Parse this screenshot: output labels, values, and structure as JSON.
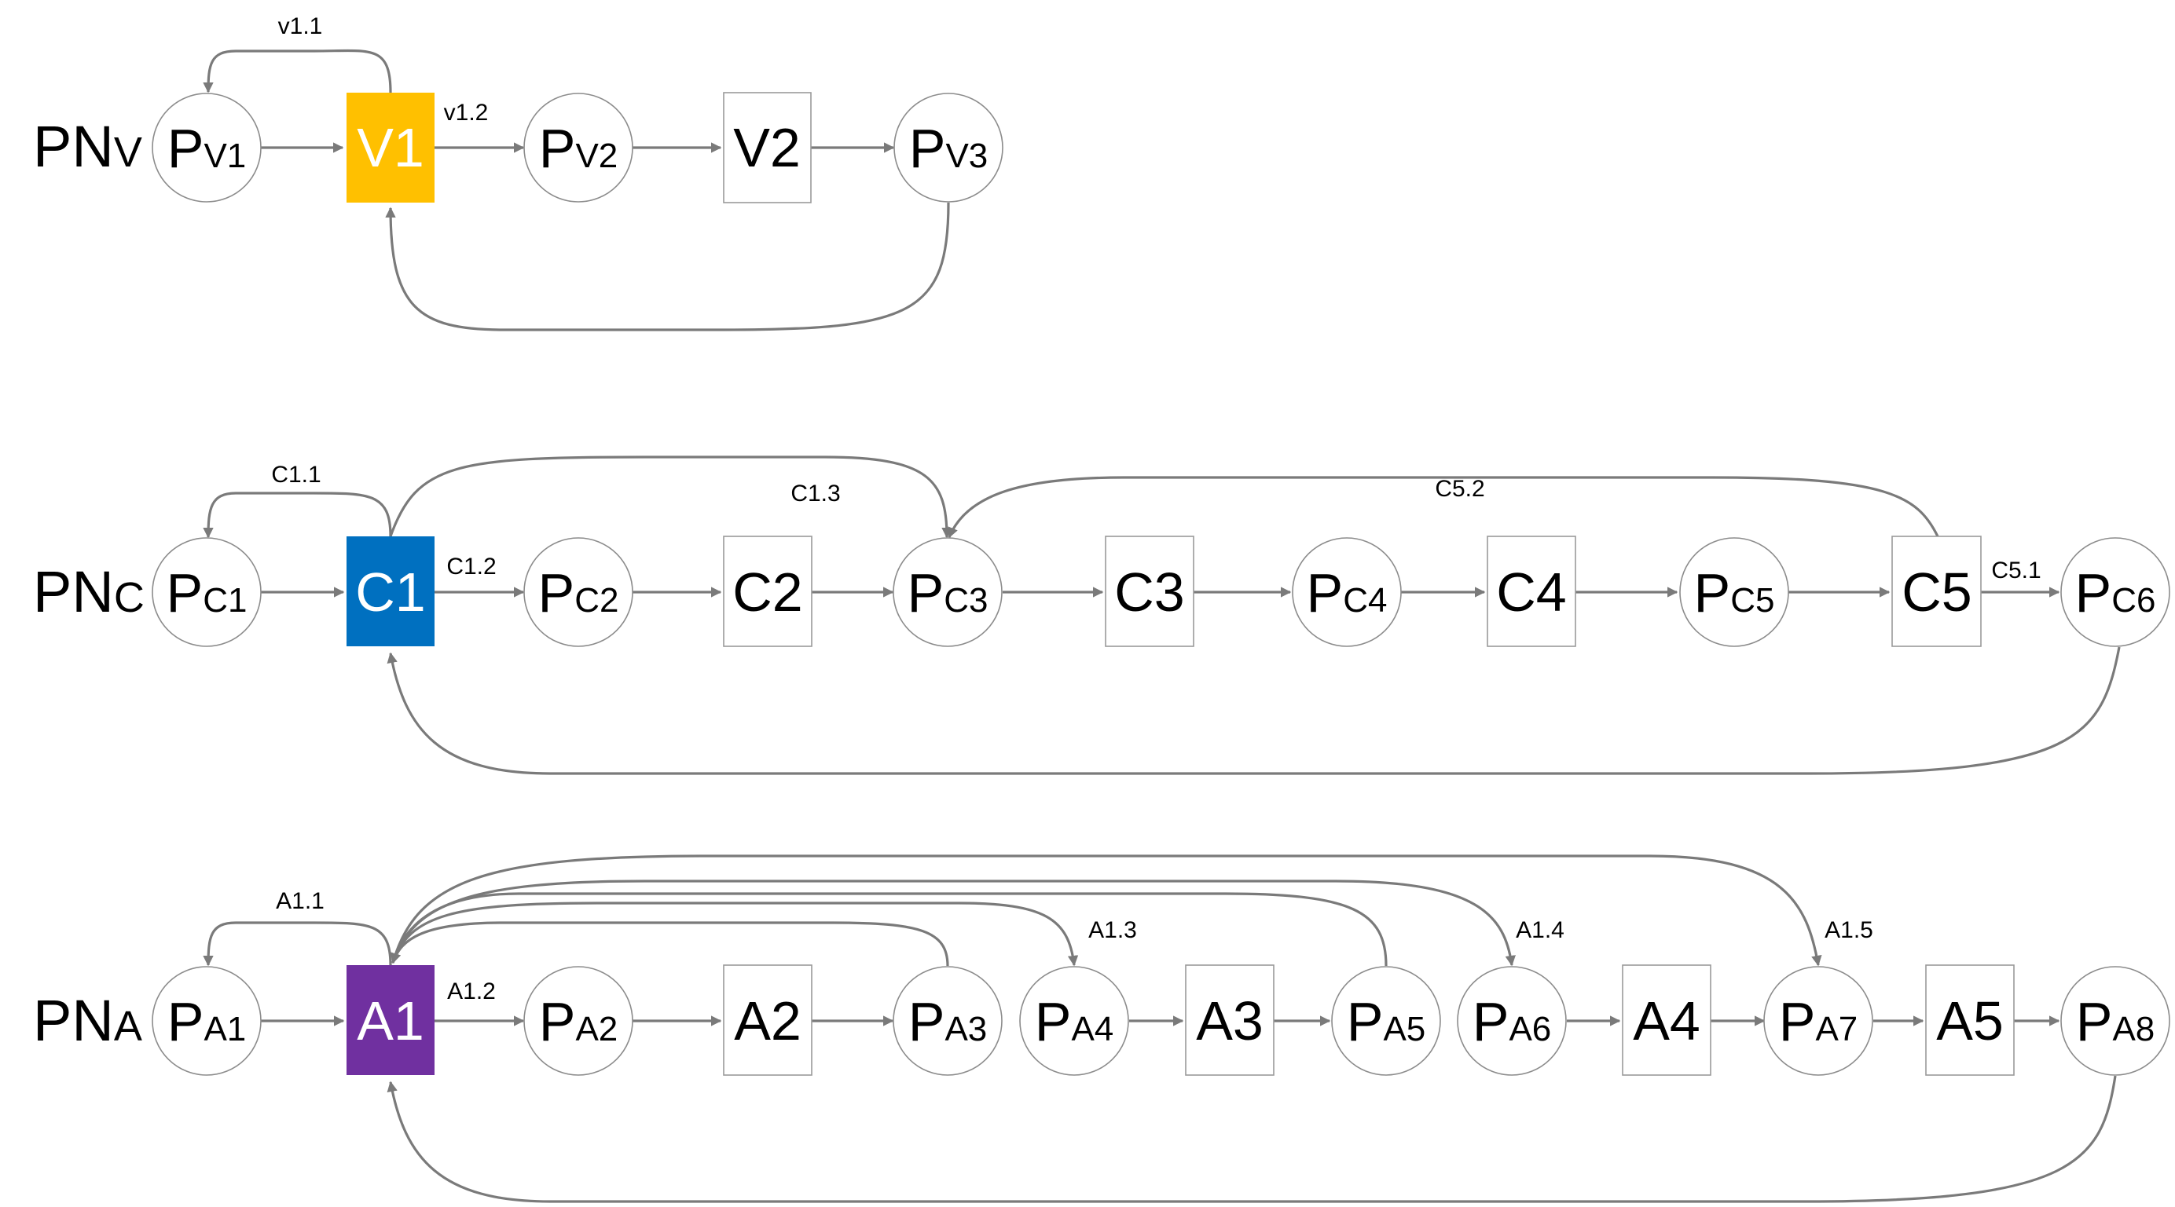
{
  "colors": {
    "V1": "#ffc000",
    "C1": "#0070c0",
    "A1": "#7030a0",
    "edge": "#7a7a7a",
    "node_stroke": "#8c8c8c"
  },
  "rows": [
    {
      "id": "v",
      "label_main": "PN",
      "label_sub": "V",
      "places": [
        {
          "id": "pv1",
          "main": "P",
          "sub": "V1"
        },
        {
          "id": "pv2",
          "main": "P",
          "sub": "V2"
        },
        {
          "id": "pv3",
          "main": "P",
          "sub": "V3"
        }
      ],
      "transitions": [
        {
          "id": "v1",
          "label": "V1",
          "fill": "V1"
        },
        {
          "id": "v2",
          "label": "V2"
        }
      ],
      "arc_labels": [
        {
          "id": "v1-1",
          "text": "v1.1"
        },
        {
          "id": "v1-2",
          "text": "v1.2"
        }
      ]
    },
    {
      "id": "c",
      "label_main": "PN",
      "label_sub": "C",
      "places": [
        {
          "id": "pc1",
          "main": "P",
          "sub": "C1"
        },
        {
          "id": "pc2",
          "main": "P",
          "sub": "C2"
        },
        {
          "id": "pc3",
          "main": "P",
          "sub": "C3"
        },
        {
          "id": "pc4",
          "main": "P",
          "sub": "C4"
        },
        {
          "id": "pc5",
          "main": "P",
          "sub": "C5"
        },
        {
          "id": "pc6",
          "main": "P",
          "sub": "C6"
        }
      ],
      "transitions": [
        {
          "id": "c1",
          "label": "C1",
          "fill": "C1"
        },
        {
          "id": "c2",
          "label": "C2"
        },
        {
          "id": "c3",
          "label": "C3"
        },
        {
          "id": "c4",
          "label": "C4"
        },
        {
          "id": "c5",
          "label": "C5"
        }
      ],
      "arc_labels": [
        {
          "id": "c1-1",
          "text": "C1.1"
        },
        {
          "id": "c1-2",
          "text": "C1.2"
        },
        {
          "id": "c1-3",
          "text": "C1.3"
        },
        {
          "id": "c5-2",
          "text": "C5.2"
        },
        {
          "id": "c5-1",
          "text": "C5.1"
        }
      ]
    },
    {
      "id": "a",
      "label_main": "PN",
      "label_sub": "A",
      "places": [
        {
          "id": "pa1",
          "main": "P",
          "sub": "A1"
        },
        {
          "id": "pa2",
          "main": "P",
          "sub": "A2"
        },
        {
          "id": "pa3",
          "main": "P",
          "sub": "A3"
        },
        {
          "id": "pa4",
          "main": "P",
          "sub": "A4"
        },
        {
          "id": "pa5",
          "main": "P",
          "sub": "A5"
        },
        {
          "id": "pa6",
          "main": "P",
          "sub": "A6"
        },
        {
          "id": "pa7",
          "main": "P",
          "sub": "A7"
        },
        {
          "id": "pa8",
          "main": "P",
          "sub": "A8"
        }
      ],
      "transitions": [
        {
          "id": "a1",
          "label": "A1",
          "fill": "A1"
        },
        {
          "id": "a2",
          "label": "A2"
        },
        {
          "id": "a3",
          "label": "A3"
        },
        {
          "id": "a4",
          "label": "A4"
        },
        {
          "id": "a5",
          "label": "A5"
        }
      ],
      "arc_labels": [
        {
          "id": "a1-1",
          "text": "A1.1"
        },
        {
          "id": "a1-2",
          "text": "A1.2"
        },
        {
          "id": "a1-3",
          "text": "A1.3"
        },
        {
          "id": "a1-4",
          "text": "A1.4"
        },
        {
          "id": "a1-5",
          "text": "A1.5"
        }
      ]
    }
  ]
}
